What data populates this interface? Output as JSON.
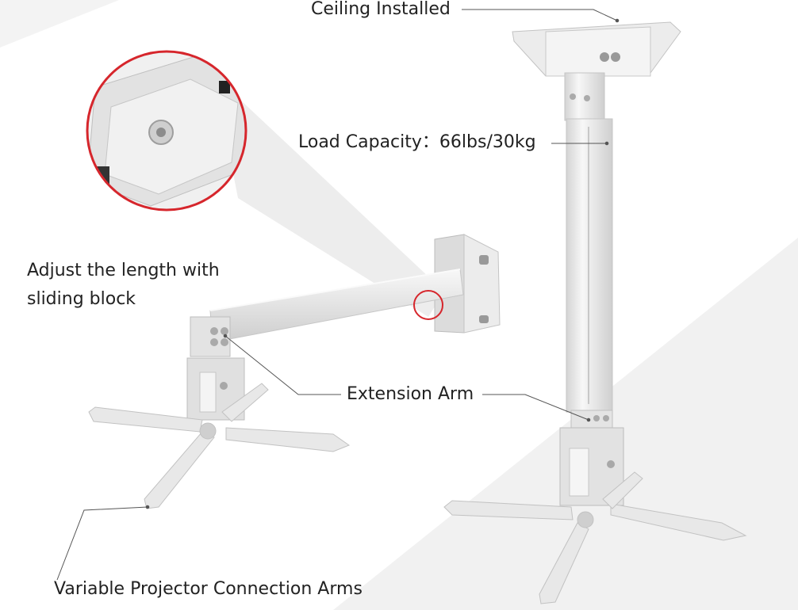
{
  "labels": {
    "ceiling_installed": "Ceiling Installed",
    "load_capacity": "Load Capacity：66lbs/30kg",
    "adjust_length": "Adjust the length with sliding block",
    "extension_arm": "Extension Arm",
    "connection_arms": "Variable Projector Connection Arms"
  },
  "colors": {
    "background": "#ffffff",
    "background_panel": "#f1f1f1",
    "metal": "#e9e9e9",
    "metal_shadow": "#c9c9c9",
    "accent_circle": "#d6262c",
    "leader_line": "#555555",
    "label_text": "#222222"
  }
}
